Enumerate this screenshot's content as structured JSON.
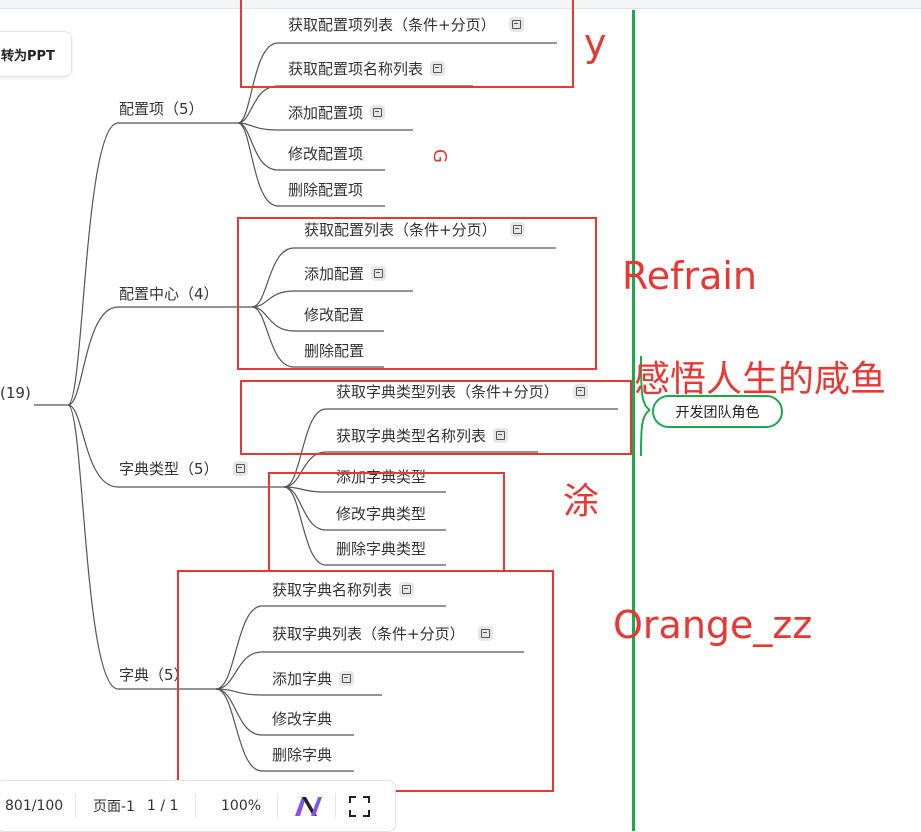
{
  "toolbar": {
    "ppt_button": "转为PPT"
  },
  "mindmap": {
    "root_label": "(19)",
    "groups": [
      {
        "label": "配置项（5）",
        "children": [
          "获取配置项列表（条件+分页）",
          "获取配置项名称列表",
          "添加配置项",
          "修改配置项",
          "删除配置项"
        ]
      },
      {
        "label": "配置中心（4）",
        "children": [
          "获取配置列表（条件+分页）",
          "添加配置",
          "修改配置",
          "删除配置"
        ]
      },
      {
        "label": "字典类型（5）",
        "children": [
          "获取字典类型列表（条件+分页）",
          "获取字典类型名称列表",
          "添加字典类型",
          "修改字典类型",
          "删除字典类型"
        ]
      },
      {
        "label": "字典（5）",
        "children": [
          "获取字典名称列表",
          "获取字典列表（条件+分页）",
          "添加字典",
          "修改字典",
          "删除字典"
        ]
      }
    ],
    "team_node": "开发团队角色"
  },
  "annotations": {
    "a1": "y",
    "a2": "G",
    "a3": "Refrain",
    "a4": "感悟人生的咸鱼",
    "a5": "涂",
    "a6": "Orange_zz"
  },
  "statusbar": {
    "word_count": "801/100",
    "page_label": "页面-1",
    "page_count": "1 / 1",
    "zoom": "100%"
  },
  "colors": {
    "annotation_red": "#e53935",
    "team_green": "#1ba94c"
  }
}
